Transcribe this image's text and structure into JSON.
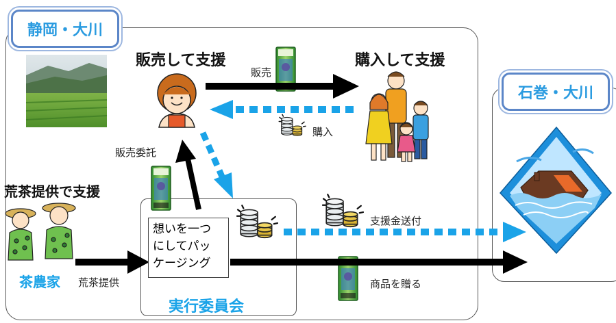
{
  "regions": {
    "origin": "静岡・大川",
    "destination": "石巻・大川"
  },
  "headings": {
    "sell_support": "販売して支援",
    "buy_support": "購入して支援",
    "raw_tea_support": "荒茶提供で支援"
  },
  "labels": {
    "sales": "販売",
    "purchase": "購入",
    "consignment": "販売委託",
    "raw_tea_provision": "荒茶提供",
    "support_money_send": "支援金送付",
    "gift_products": "商品を贈る",
    "tea_farmers": "茶農家",
    "committee": "実行委員会"
  },
  "package_box": {
    "lines": [
      "想いを一つ",
      "にしてパッ",
      "ケージング"
    ]
  },
  "colors": {
    "accent_blue": "#1aa3e8",
    "frame_blue": "#5b86c8",
    "arrow_black": "#000000",
    "tea_green": "#3c9b3c"
  },
  "icons": [
    "tea-field-photo",
    "seller-icon",
    "family-icon",
    "farmer-icon",
    "coins-icon",
    "tea-package-icon",
    "flooded-house-icon"
  ]
}
